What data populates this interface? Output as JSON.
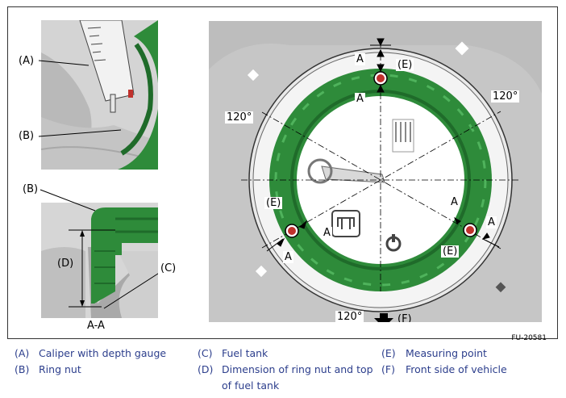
{
  "figure_code": "FU-20581",
  "callouts": {
    "a": "(A)",
    "b": "(B)",
    "c": "(C)",
    "d": "(D)",
    "e": "(E)",
    "f": "(F)"
  },
  "dim_letter": "A",
  "section_label": "A-A",
  "angle_label": "120°",
  "legend": [
    {
      "key": "(A)",
      "text": "Caliper with depth gauge"
    },
    {
      "key": "(B)",
      "text": "Ring nut"
    },
    {
      "key": "(C)",
      "text": "Fuel tank"
    },
    {
      "key": "(D)",
      "text": "Dimension of ring nut and top of fuel tank"
    },
    {
      "key": "(E)",
      "text": "Measuring point"
    },
    {
      "key": "(F)",
      "text": "Front side of vehicle"
    }
  ],
  "colors": {
    "ring_green": "#2e8b3a",
    "ring_green_dark": "#1f6b2a",
    "tank_gray": "#bdbdbd",
    "legend_blue": "#2c3e8c",
    "measuring_point_red": "#c0322d"
  },
  "icons": [
    "caliper-icon",
    "arrow-down-icon",
    "connector-icon",
    "fuel-pump-icon"
  ]
}
